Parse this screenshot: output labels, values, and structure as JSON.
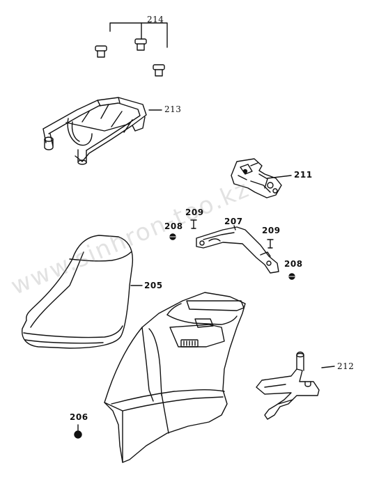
{
  "watermark": "www.sinhron-too.kz",
  "parts": [
    {
      "ref": "214",
      "part": "rack-bolts"
    },
    {
      "ref": "213",
      "part": "rear-carrier"
    },
    {
      "ref": "211",
      "part": "seat-lock"
    },
    {
      "ref": "209",
      "part": "screw"
    },
    {
      "ref": "208",
      "part": "nut"
    },
    {
      "ref": "207",
      "part": "seat-hinge-bracket"
    },
    {
      "ref": "205",
      "part": "seat"
    },
    {
      "ref": "212",
      "part": "mounting-bracket"
    },
    {
      "ref": "206",
      "part": "fastener"
    }
  ],
  "labels": {
    "l214": "214",
    "l213": "213",
    "l211": "211",
    "l209a": "209",
    "l208a": "208",
    "l207": "207",
    "l209b": "209",
    "l208b": "208",
    "l205": "205",
    "l212": "212",
    "l206": "206"
  }
}
